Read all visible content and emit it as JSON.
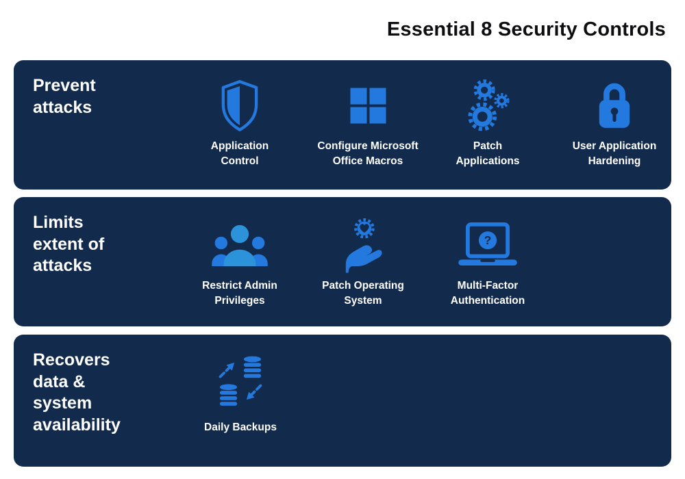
{
  "title": "Essential 8 Security Controls",
  "colors": {
    "page_bg": "#FFFFFF",
    "panel_bg": "#122A4C",
    "accent_blue": "#2379DE",
    "accent_light_blue": "#2C93DB",
    "panel_text": "#FFFFFF",
    "title_text": "#0E0E10"
  },
  "icons": {
    "laptop_glyph": "?"
  },
  "panels": [
    {
      "heading": "Prevent\nattacks",
      "items": [
        {
          "label": "Application\nControl",
          "icon": "shield-half-icon"
        },
        {
          "label": "Configure Microsoft\nOffice Macros",
          "icon": "microsoft-squares-icon"
        },
        {
          "label": "Patch\nApplications",
          "icon": "gears-icon"
        },
        {
          "label": "User Application\nHardening",
          "icon": "padlock-icon"
        }
      ]
    },
    {
      "heading": "Limits\nextent of\nattacks",
      "items": [
        {
          "label": "Restrict Admin\nPrivileges",
          "icon": "people-group-icon"
        },
        {
          "label": "Patch Operating\nSystem",
          "icon": "hand-gear-icon"
        },
        {
          "label": "Multi-Factor\nAuthentication",
          "icon": "laptop-question-icon"
        }
      ]
    },
    {
      "heading": "Recovers\ndata &\nsystem\navailability",
      "items": [
        {
          "label": "Daily Backups",
          "icon": "database-sync-icon"
        }
      ]
    }
  ]
}
